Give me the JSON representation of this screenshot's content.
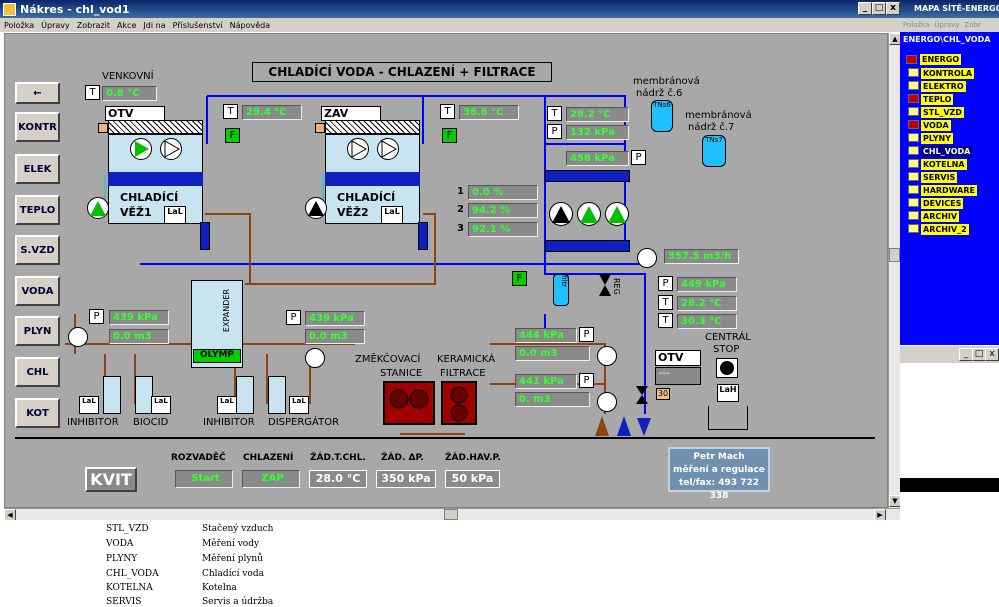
{
  "window": {
    "title": "Nákres - chl_vod1",
    "minimize": "_",
    "maximize": "□",
    "close": "x"
  },
  "menu": [
    "Položka",
    "Úpravy",
    "Zobrazit",
    "Akce",
    "Jdi na",
    "Příslušenství",
    "Nápověda"
  ],
  "diagram": {
    "title": "CHLADÍCÍ VODA - CHLAZENÍ + FILTRACE",
    "nav_buttons": [
      "←",
      "KONTR",
      "ELEK",
      "TEPLO",
      "S.VZD",
      "VODA",
      "PLYN",
      "CHL",
      "KOT"
    ],
    "outdoor": {
      "label": "VENKOVNÍ",
      "sensor": "T",
      "value": "0.8 °C"
    },
    "tower1": {
      "name_tag": "OTV",
      "label1": "CHLADÍCÍ",
      "label2": "VĚŽ1",
      "lal": "LaL",
      "t_sensor": "T",
      "t_value": "29.4 °C",
      "f": "F"
    },
    "tower2": {
      "name_tag": "ZAV",
      "label1": "CHLADÍCÍ",
      "label2": "VĚŽ2",
      "lal": "LaL",
      "t_sensor": "T",
      "t_value": "36.6 °C",
      "f": "F"
    },
    "right_top": {
      "t_sensor": "T",
      "t_value": "28.2 °C",
      "p_sensor": "P",
      "p_value": "132 kPa"
    },
    "pump_pressure": {
      "value": "458 kPa",
      "sensor": "P"
    },
    "tanks": [
      {
        "label1": "membránová",
        "label2": "nádrž č.6",
        "code": "TNs6"
      },
      {
        "label1": "membránová",
        "label2": "nádrž č.7",
        "code": "TNs7"
      }
    ],
    "pump_speeds": [
      {
        "n": "1",
        "v": "0.0 %"
      },
      {
        "n": "2",
        "v": "94.2 %"
      },
      {
        "n": "3",
        "v": "92.1 %"
      }
    ],
    "flow": {
      "value": "357.5 m3/h"
    },
    "filter": {
      "f": "F",
      "code": "filtr",
      "reg": "REG"
    },
    "right_mid": {
      "p_sensor": "P",
      "p_value": "449 kPa",
      "t1_sensor": "T",
      "t1_value": "28.2 °C",
      "t2_sensor": "T",
      "t2_value": "30.3 °C"
    },
    "expander": {
      "label": "EXPANDER",
      "olymp": "OLYMP"
    },
    "left_block": {
      "p_sensor": "P",
      "p_value": "439 kPa",
      "m_value": "0.0 m3"
    },
    "mid_block": {
      "p_sensor": "P",
      "p_value": "439 kPa",
      "m_value": "0.0 m3"
    },
    "softener_block": {
      "p_value": "444 kPa",
      "p_sensor": "P",
      "m_value": "0.0 m3"
    },
    "filtration_block": {
      "p_value": "441 kPa",
      "p_sensor": "P",
      "m_value": "0. m3"
    },
    "stations": [
      {
        "label1": "ZMĚKČOVACÍ",
        "label2": "STANICE"
      },
      {
        "label1": "KERAMICKÁ",
        "label2": "FILTRACE"
      }
    ],
    "otv": {
      "label": "OTV",
      "value": "---"
    },
    "central_stop": {
      "label1": "CENTRÁL",
      "label2": "STOP",
      "lah": "LaH"
    },
    "valve_num": "30",
    "dosing": [
      {
        "label": "INHIBITOR",
        "lal": "LaL"
      },
      {
        "label": "BIOCID",
        "lal": "LaL"
      },
      {
        "label": "INHIBITOR",
        "lal": "LaL"
      },
      {
        "label": "DISPERGÁTOR",
        "lal": "LaL"
      }
    ],
    "bottom": {
      "kvit": "KVIT",
      "headers": [
        "ROZVADĚČ",
        "CHLAZENÍ",
        "ŽÁD.T.CHL.",
        "ŽÁD. ΔP.",
        "ŽÁD.HAV.P."
      ],
      "values": [
        "Start",
        "ZAP",
        "28.0 °C",
        "350 kPa",
        "50 kPa"
      ]
    },
    "credit": {
      "line1": "Petr Mach",
      "line2": "měření a regulace",
      "line3": "tel/fax: 493 722 338"
    }
  },
  "right_panel": {
    "title": "MAPA SÍTĚ-ENERGO",
    "menu": [
      "Položka",
      "Úpravy",
      "Zobr"
    ],
    "path": "ENERGO\\CHL_VODA",
    "tree": [
      "ENERGO",
      "KONTROLA",
      "ELEKTRO",
      "TEPLO",
      "STL_VZD",
      "VODA",
      "PLYNY",
      "CHL_VODA",
      "KOTELNA",
      "SERVIS",
      "HARDWARE",
      "DEVICES",
      "ARCHIV",
      "ARCHIV_2"
    ],
    "sub_window_buttons": [
      "_",
      "□",
      "x"
    ]
  },
  "doc_list": [
    {
      "code": "STL_VZD",
      "desc": "Stačený vzduch"
    },
    {
      "code": "VODA",
      "desc": "Měření vody"
    },
    {
      "code": "PLYNY",
      "desc": "Měření plynů"
    },
    {
      "code": "CHL_VODA",
      "desc": "Chladící voda"
    },
    {
      "code": "KOTELNA",
      "desc": "Kotelna"
    },
    {
      "code": "SERVIS",
      "desc": "Servis a údržba"
    }
  ],
  "colors": {
    "canvas": "#a8a8a8",
    "pipe_blue": "#0000ff",
    "pipe_brown": "#8b4513",
    "value_green": "#33ff33",
    "tree_bg": "#0000ff",
    "tree_item": "#ffff00"
  }
}
